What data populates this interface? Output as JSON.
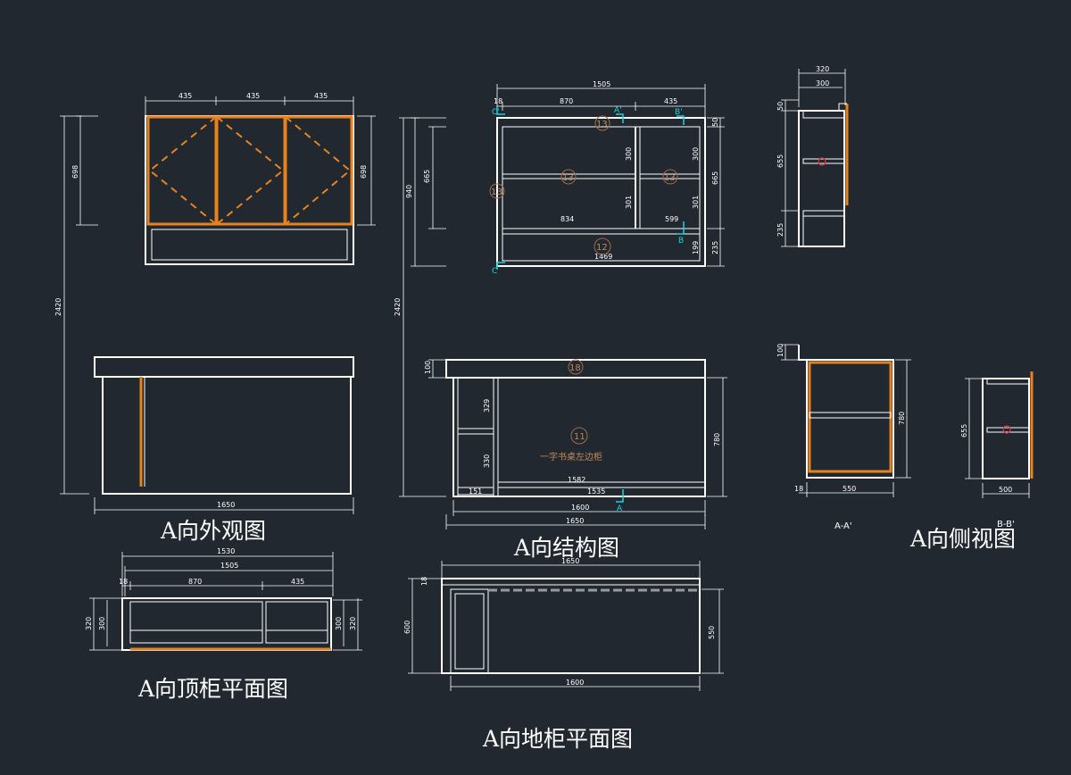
{
  "titles": {
    "front_exterior": "A向外观图",
    "front_structure": "A向结构图",
    "side_view": "A向侧视图",
    "upper_plan": "A向顶柜平面图",
    "lower_plan": "A向地柜平面图"
  },
  "section_labels": {
    "aa": "A-A'",
    "bb": "B-B'"
  },
  "cabinet_label": "一字书桌左边柜",
  "part_tags": {
    "t11": "11",
    "t12": "12",
    "t13a": "13",
    "t13b": "13",
    "t13c": "13",
    "t13d": "13",
    "t18": "18"
  },
  "section_marks": {
    "a_top": "A'",
    "a_bottom": "A",
    "b_top": "B'",
    "b_bottom": "B",
    "c_top": "C'",
    "c_bottom": "C"
  },
  "dims": {
    "ext_435a": "435",
    "ext_435b": "435",
    "ext_435c": "435",
    "ext_698l": "698",
    "ext_698r": "698",
    "ext_2420": "2420",
    "ext_1650": "1650",
    "st_1505": "1505",
    "st_18": "18",
    "st_870": "870",
    "st_435": "435",
    "st_940": "940",
    "st_665l": "665",
    "st_50": "50",
    "st_300a": "300",
    "st_300b": "300",
    "st_301a": "301",
    "st_301b": "301",
    "st_665r": "665",
    "st_834": "834",
    "st_599": "599",
    "st_235": "235",
    "st_1469": "1469",
    "st_199": "199",
    "st_2420": "2420",
    "st_100": "100",
    "st_329": "329",
    "st_330": "330",
    "st_780": "780",
    "st_1582": "1582",
    "st_1535": "1535",
    "st_151": "151",
    "st_1600": "1600",
    "st_1650": "1650",
    "sd_320": "320",
    "sd_300": "300",
    "sd_50": "50",
    "sd_655": "655",
    "sd_235": "235",
    "sd_100": "100",
    "sd_780": "780",
    "sd_18": "18",
    "sd_550": "550",
    "sd_655b": "655",
    "sd_500": "500",
    "up_1530": "1530",
    "up_1505": "1505",
    "up_18": "18",
    "up_870": "870",
    "up_435": "435",
    "up_320l": "320",
    "up_300l": "300",
    "up_300r": "300",
    "up_320r": "320",
    "lo_1650": "1650",
    "lo_18": "18",
    "lo_600": "600",
    "lo_550": "550",
    "lo_1600": "1600"
  },
  "colors": {
    "background": "#212830",
    "line": "#ffffff",
    "door_edge": "#e8821e",
    "section_mark": "#19d3e0",
    "material_tag": "#c08a5a",
    "hardware_mark": "#e8333a"
  }
}
